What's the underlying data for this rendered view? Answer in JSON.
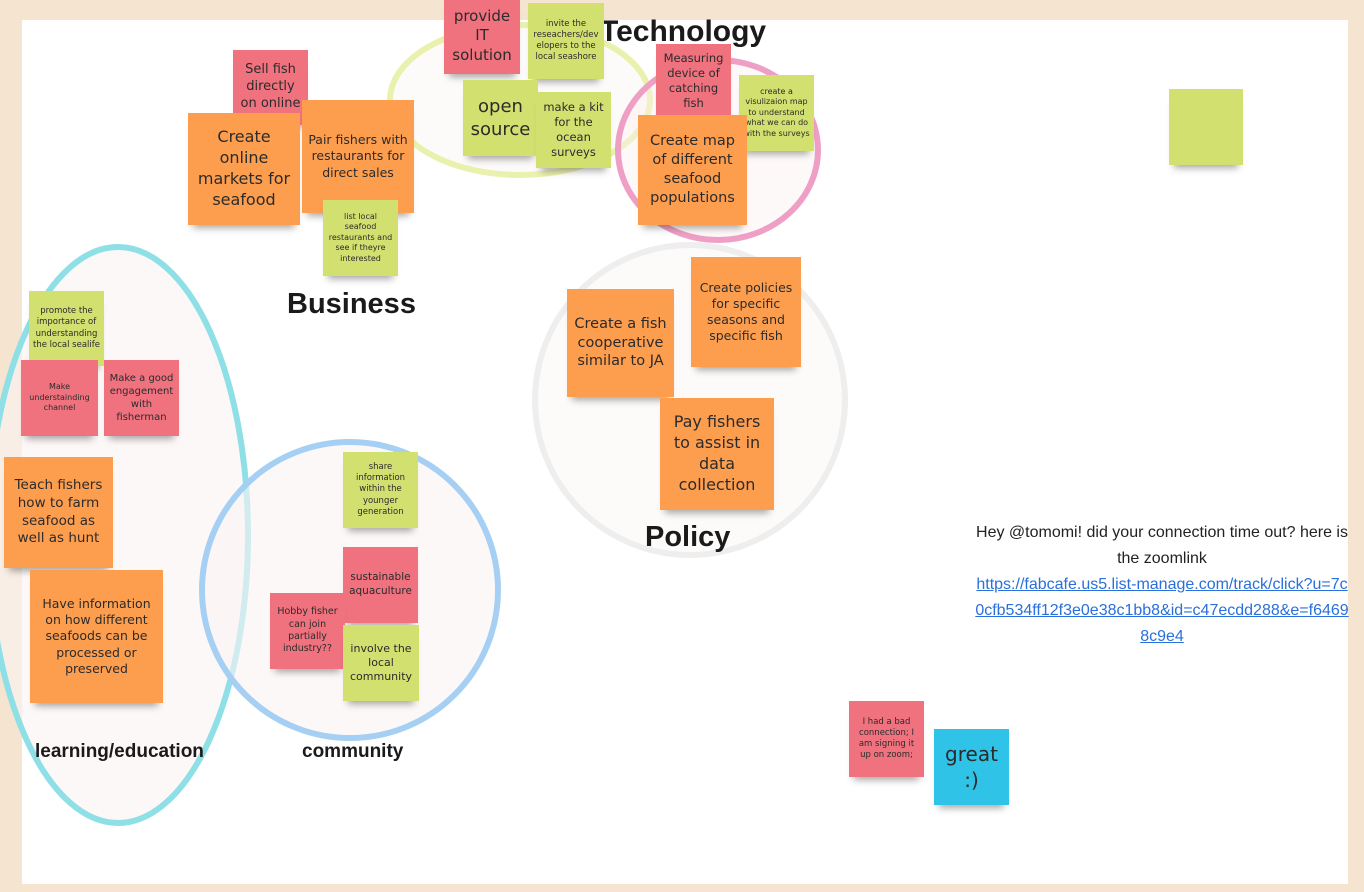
{
  "frame_labels": {
    "technology": "Technology",
    "business": "Business",
    "policy": "Policy",
    "learning": "learning/education",
    "community": "community"
  },
  "notes": [
    "provide IT solution",
    "invite the reseachers/developers to the local seashore",
    "open source",
    "make a kit for the ocean surveys",
    "Measuring device of catching fish",
    "create a visulizaion map to understand what we can do with the surveys",
    "Create map of different seafood populations",
    "Sell fish directly on online",
    "Create online markets for seafood",
    "Pair fishers with restaurants for direct sales",
    "list local seafood restaurants and see if theyre interested",
    "",
    "promote the importance of understanding the local sealife",
    "Make understainding channel",
    "Make a good engagement with fisherman",
    "Teach fishers how to farm seafood as well as hunt",
    "Have information on how different seafoods can be processed or preserved",
    "share information within the younger generation",
    "sustainable aquaculture",
    "Hobby fisher can join partially industry??",
    "involve the local community",
    "Create a fish cooperative similar to JA",
    "Create policies for specific seasons and specific fish",
    "Pay fishers to assist in data collection",
    "I had a bad connection; I am signing it up on zoom;",
    "great :)"
  ],
  "chat_message": {
    "text": "Hey @tomomi! did your connection time out? here is the zoomlink",
    "link": "https://fabcafe.us5.list-manage.com/track/click?u=7c0cfb534ff12f3e0e38c1bb8&id=c47ecdd288&e=f64698c9e4"
  },
  "colors": {
    "pink": "#f0727f",
    "green": "#d2e070",
    "orange": "#fd9e4f",
    "cyan": "#30c3e8",
    "frame": "#f5e5d0"
  }
}
